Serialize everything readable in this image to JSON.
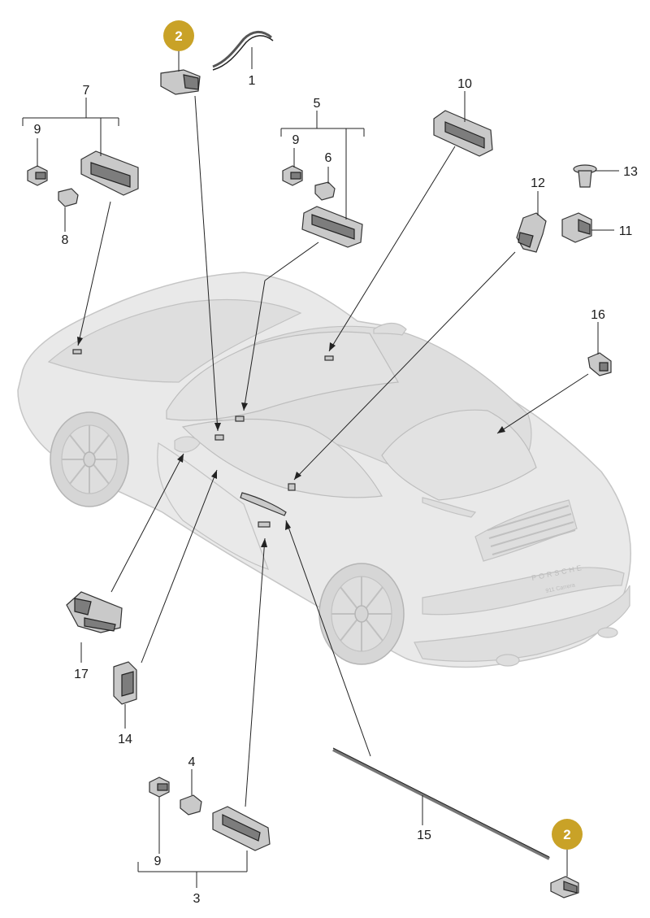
{
  "accent_color": "#c9a227",
  "car": {
    "brand_text": "PORSCHE",
    "model_text": "911 Carrera"
  },
  "labels": {
    "n1": "1",
    "n2a": "2",
    "n2b": "2",
    "n3": "3",
    "n4": "4",
    "n5": "5",
    "n6": "6",
    "n7": "7",
    "n8": "8",
    "n9a": "9",
    "n9b": "9",
    "n9c": "9",
    "n10": "10",
    "n11": "11",
    "n12": "12",
    "n13": "13",
    "n14": "14",
    "n15": "15",
    "n16": "16",
    "n17": "17"
  }
}
